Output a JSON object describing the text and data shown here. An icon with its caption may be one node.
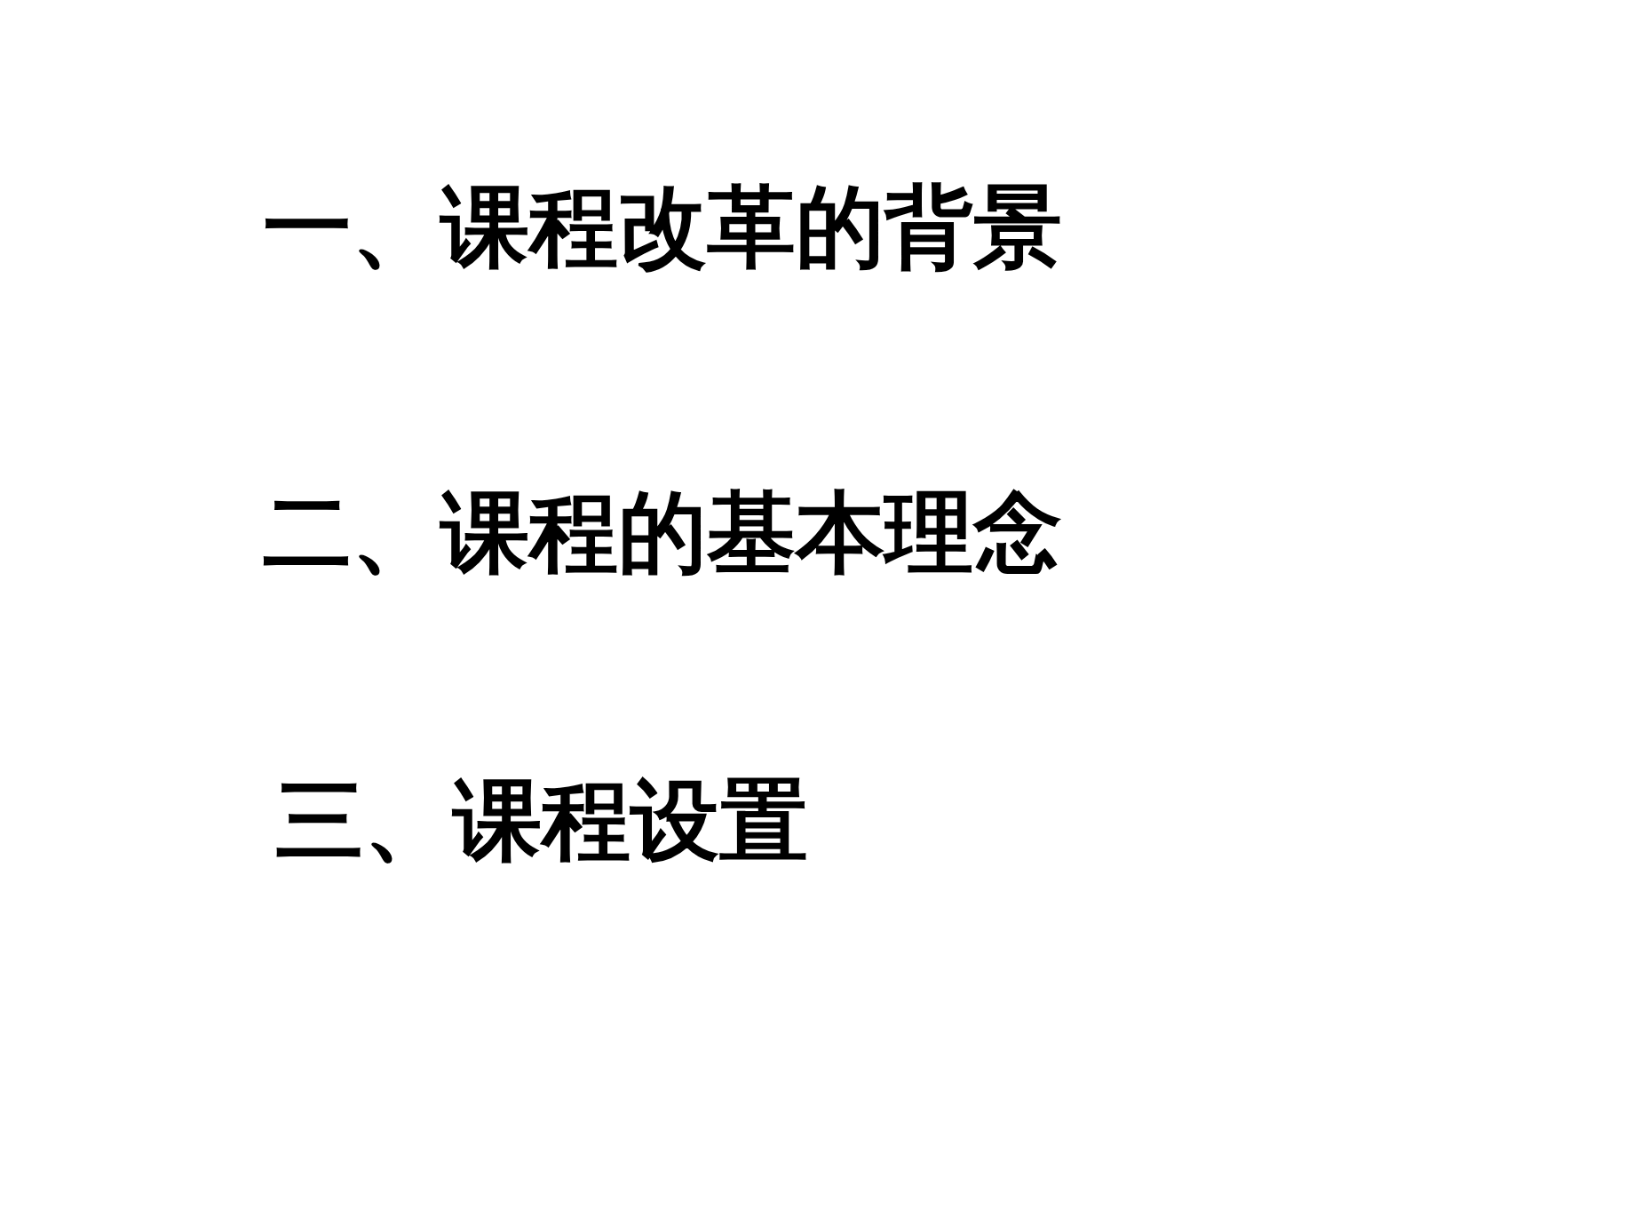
{
  "diagram": {
    "labels": [
      "一、课程改革的背景",
      "二、课程的基本理念",
      "三、课程设置"
    ]
  }
}
